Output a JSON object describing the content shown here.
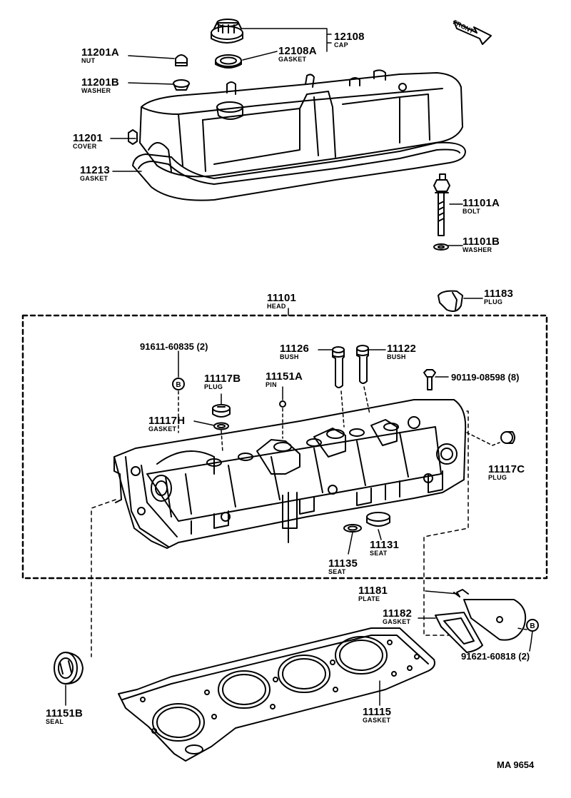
{
  "parts": {
    "p12108": {
      "number": "12108",
      "name": "CAP"
    },
    "p12108A": {
      "number": "12108A",
      "name": "GASKET"
    },
    "p11201A": {
      "number": "11201A",
      "name": "NUT"
    },
    "p11201B": {
      "number": "11201B",
      "name": "WASHER"
    },
    "p11201": {
      "number": "11201",
      "name": "COVER"
    },
    "p11213": {
      "number": "11213",
      "name": "GASKET"
    },
    "p11101A": {
      "number": "11101A",
      "name": "BOLT"
    },
    "p11101B": {
      "number": "11101B",
      "name": "WASHER"
    },
    "p11101": {
      "number": "11101",
      "name": "HEAD"
    },
    "p11183": {
      "number": "11183",
      "name": "PLUG"
    },
    "p11126": {
      "number": "11126",
      "name": "BUSH"
    },
    "p11122": {
      "number": "11122",
      "name": "BUSH"
    },
    "p91611": {
      "number": "91611-60835 (2)"
    },
    "p90119": {
      "number": "90119-08598 (8)"
    },
    "p11117B": {
      "number": "11117B",
      "name": "PLUG"
    },
    "p11151A": {
      "number": "11151A",
      "name": "PIN"
    },
    "p11117H": {
      "number": "11117H",
      "name": "GASKET"
    },
    "p11117C": {
      "number": "11117C",
      "name": "PLUG"
    },
    "p11131": {
      "number": "11131",
      "name": "SEAT"
    },
    "p11135": {
      "number": "11135",
      "name": "SEAT"
    },
    "p11181": {
      "number": "11181",
      "name": "PLATE"
    },
    "p11182": {
      "number": "11182",
      "name": "GASKET"
    },
    "p91621": {
      "number": "91621-60818 (2)"
    },
    "p11151B": {
      "number": "11151B",
      "name": "SEAL"
    },
    "p11115": {
      "number": "11115",
      "name": "GASKET"
    }
  },
  "front_label": "FRONT",
  "ref_marker": "B",
  "figure_code": "MA 9654"
}
